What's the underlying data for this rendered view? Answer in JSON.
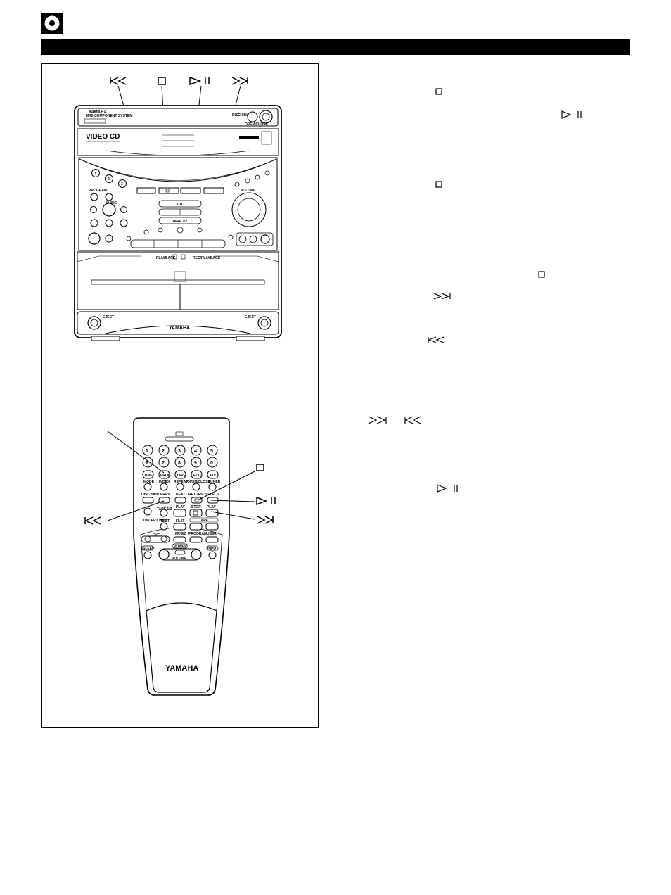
{
  "header": {
    "cd_icon": "disc-icon",
    "bar_color": "#000000"
  },
  "main_unit": {
    "brand_top": "YAMAHA",
    "model_line": "MINI COMPONENT SYSTEM",
    "video_cd": "VIDEO CD",
    "open_close": "OPEN/CLOSE",
    "disc_change": "DISC CHANGE",
    "disc_numbers": [
      "1",
      "2",
      "3"
    ],
    "volume": "VOLUME",
    "music": "MUSIC",
    "program": "PROGRAM",
    "cd_label": "CD",
    "tape_label": "TAPE 1/2",
    "playback": "PLAYBACK",
    "rec_playback": "REC/PLAYBACK",
    "brand_bottom": "YAMAHA",
    "eject_left": "EJECT",
    "eject_right": "EJECT"
  },
  "remote": {
    "brand": "YAMAHA",
    "number_row1": [
      "1",
      "2",
      "3",
      "4",
      "5"
    ],
    "number_row2": [
      "6",
      "7",
      "8",
      "9",
      "0"
    ],
    "row3": [
      "TIME",
      "PROG",
      "TAPE",
      "EDIT",
      "+10"
    ],
    "row3_labels": [
      "MODE",
      "INDEX",
      "REPEAT",
      "OPEN/CLOSE",
      "TUNER"
    ],
    "row4_labels": [
      "DISC SKIP",
      "PREV",
      "NEXT",
      "RETURN",
      "SELECT"
    ],
    "row5_labels": [
      "TAPE 1/2",
      "PLAY",
      "STOP",
      "PLAY"
    ],
    "tape": "TAPE",
    "row6_labels": [
      "CONCERT HALL",
      "TEST",
      "FLAT"
    ],
    "level": "LEVEL",
    "row7_labels": [
      "MUSIC",
      "PROGRAM",
      "USER"
    ],
    "sleep": "SLEEP",
    "power": "POWER",
    "input": "INPUT",
    "volume": "VOLUME"
  }
}
